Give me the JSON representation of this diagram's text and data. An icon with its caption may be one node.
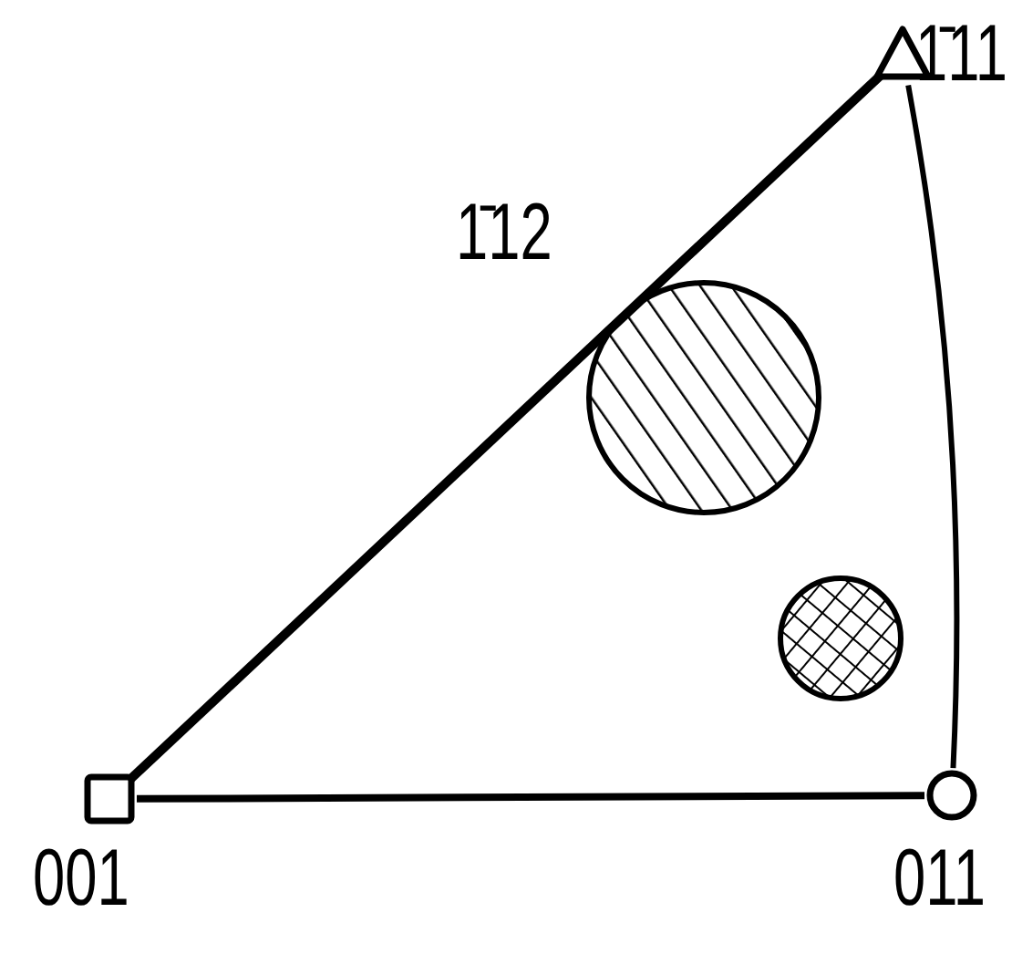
{
  "diagram": {
    "nodes": [
      {
        "text": [],
        "shape": "box",
        "beside": [
          "001"
        ]
      },
      {
        "text": [],
        "shape": "circle",
        "beside": [
          "011"
        ]
      },
      {
        "text": [],
        "shape": "triangle",
        "beside": [
          "1̄11"
        ]
      }
    ],
    "edges": [
      {
        "from": 0,
        "to": 1,
        "arrow": "none"
      },
      {
        "from": 1,
        "to": 2,
        "arrow": "none"
      },
      {
        "from": 2,
        "to": 0,
        "arrow": "none"
      }
    ],
    "labels": [
      "1̄12"
    ]
  }
}
